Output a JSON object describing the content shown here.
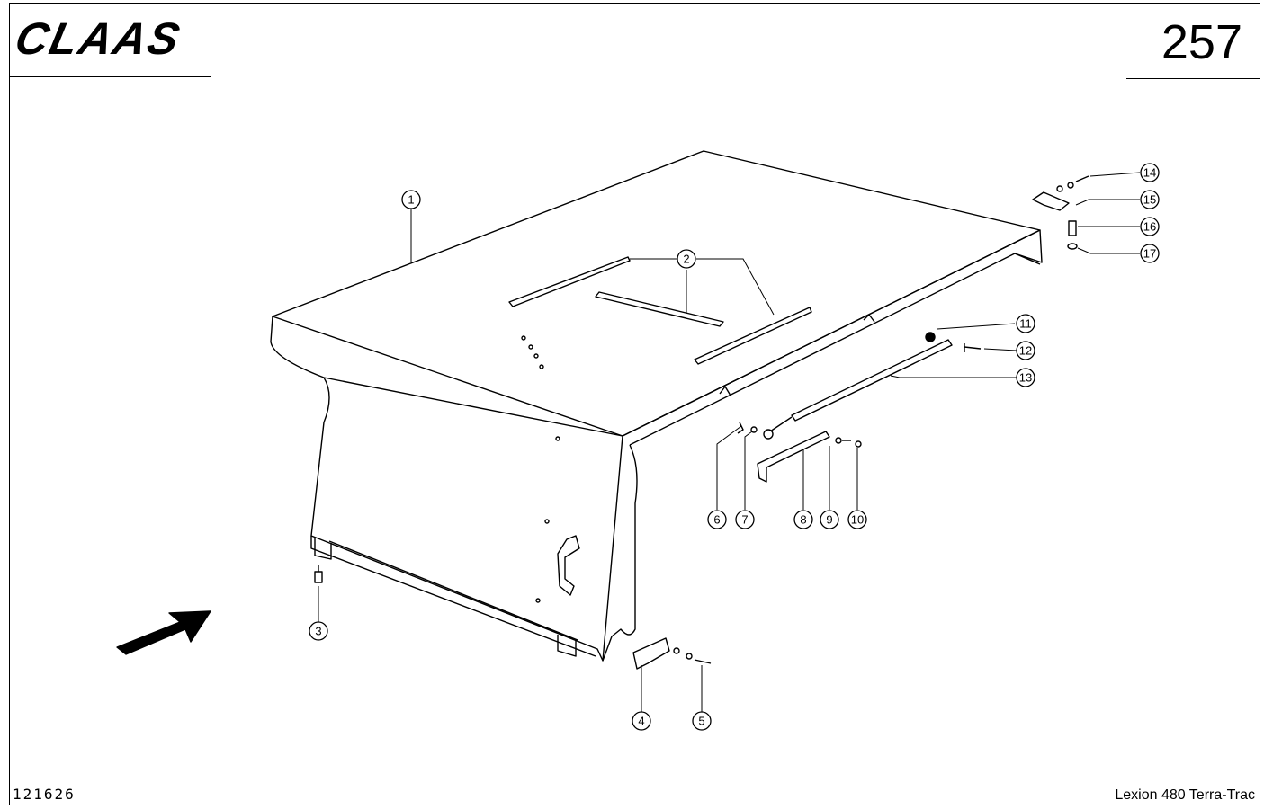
{
  "header": {
    "brand": "CLAAS",
    "page_number": "257"
  },
  "footer": {
    "drawing_number": "121626",
    "model_name": "Lexion 480 Terra-Trac"
  },
  "callouts": [
    "1",
    "2",
    "3",
    "4",
    "5",
    "6",
    "7",
    "8",
    "9",
    "10",
    "11",
    "12",
    "13",
    "14",
    "15",
    "16",
    "17"
  ],
  "icons": {
    "direction_arrow": "direction-arrow-icon"
  }
}
